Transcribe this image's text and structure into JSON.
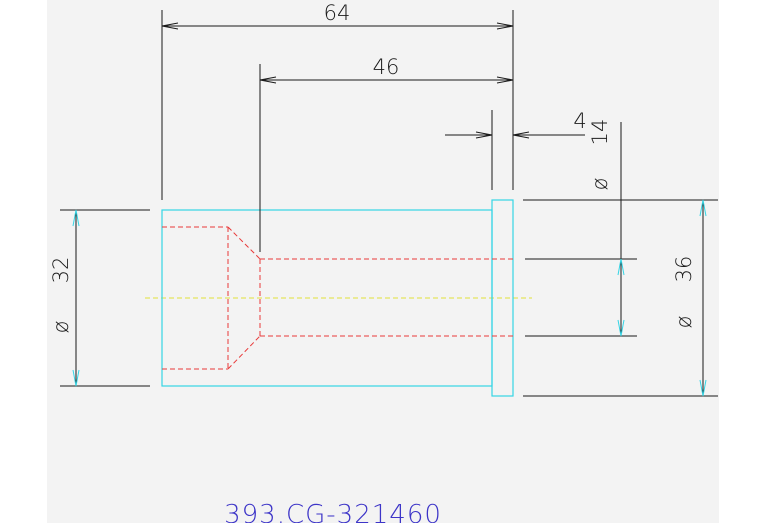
{
  "drawing": {
    "part_number": "393.CG-321460",
    "dimensions": {
      "overall_length": "64",
      "bore_length": "46",
      "flange_width": "4",
      "body_diameter_symbol": "ø",
      "body_diameter": "32",
      "bore_diameter_symbol": "ø",
      "bore_diameter": "14",
      "flange_diameter_symbol": "ø",
      "flange_diameter": "36"
    },
    "colors": {
      "background_panel": "#f3f3f3",
      "outline": "#35d5e5",
      "hidden_lines": "#e83a3a",
      "centerline": "#e2e23a",
      "dimension_lines": "#1a1a1a",
      "part_number": "#3d35c8"
    }
  }
}
